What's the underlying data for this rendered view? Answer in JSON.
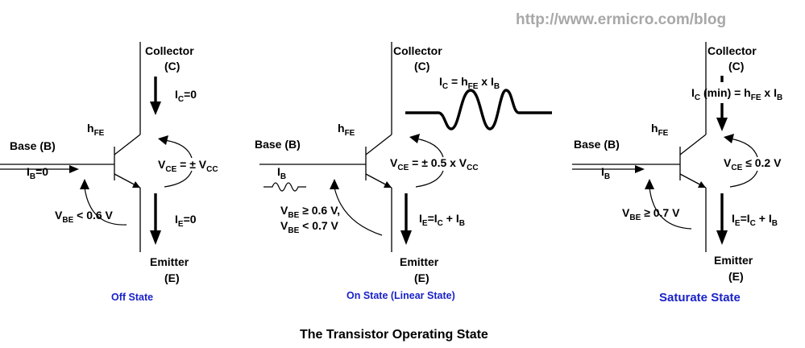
{
  "source_url": "http://www.ermicro.com/blog",
  "title": "The Transistor Operating State",
  "common": {
    "collector": "Collector",
    "collector_short": "(C)",
    "emitter": "Emitter",
    "emitter_short": "(E)",
    "base": "Base (B)",
    "hfe_main": "h",
    "hfe_sub": "FE"
  },
  "off": {
    "state_label": "Off State",
    "ic": {
      "main": "I",
      "sub": "C",
      "rest": "=0"
    },
    "ib": {
      "main": "I",
      "sub": "B",
      "rest": "=0"
    },
    "vce": {
      "main": "V",
      "sub": "CE",
      "rest": " = ± V",
      "sub2": "CC"
    },
    "vbe": {
      "main": "V",
      "sub": "BE",
      "rest": " < 0.6 V"
    },
    "ie": {
      "main": "I",
      "sub": "E",
      "rest": "=0"
    }
  },
  "on": {
    "state_label": "On State (Linear State)",
    "ic_formula": {
      "main": "I",
      "sub": "C",
      "rest": " = h",
      "sub2": "FE",
      "rest2": " x I",
      "sub3": "B"
    },
    "ib": {
      "main": "I",
      "sub": "B"
    },
    "vce": {
      "main": "V",
      "sub": "CE",
      "rest": " = ± 0.5 x V",
      "sub2": "CC"
    },
    "vbe1": {
      "main": "V",
      "sub": "BE",
      "rest": " ≥ 0.6 V,"
    },
    "vbe2": {
      "main": "V",
      "sub": "BE",
      "rest": " < 0.7 V"
    },
    "ie": {
      "main": "I",
      "sub": "E",
      "rest": "=I",
      "sub2": "C",
      "rest2": " + I",
      "sub3": "B"
    }
  },
  "sat": {
    "state_label": "Saturate State",
    "ic_formula": {
      "main": "I",
      "sub": "C",
      "rest": " (min) = h",
      "sub2": "FE",
      "rest2": " x I",
      "sub3": "B"
    },
    "ib": {
      "main": "I",
      "sub": "B"
    },
    "vce": {
      "main": "V",
      "sub": "CE",
      "rest": " ≤ 0.2 V"
    },
    "vbe": {
      "main": "V",
      "sub": "BE",
      "rest": " ≥ 0.7 V"
    },
    "ie": {
      "main": "I",
      "sub": "E",
      "rest": "=I",
      "sub2": "C",
      "rest2": " + I",
      "sub3": "B"
    }
  }
}
